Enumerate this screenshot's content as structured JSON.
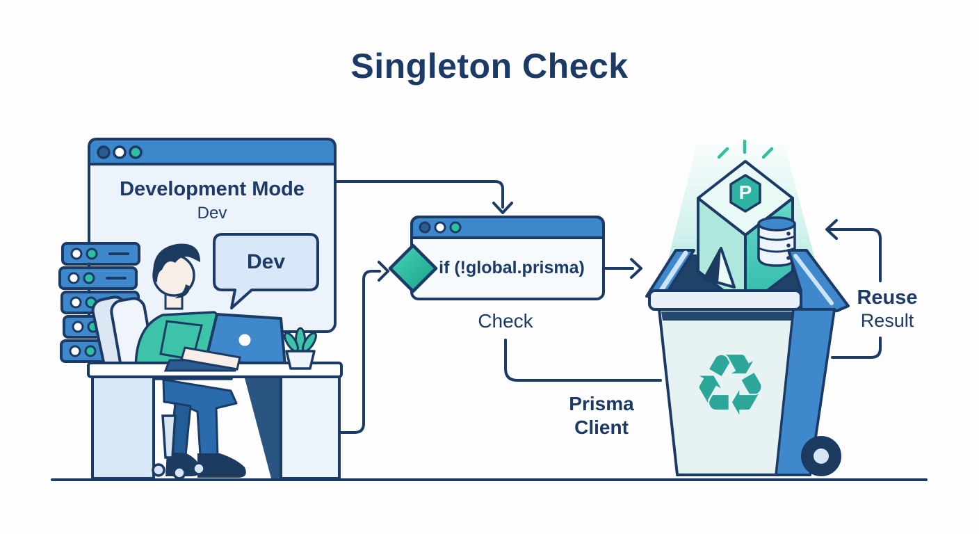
{
  "title": "Singleton Check",
  "dev_window": {
    "heading": "Development Mode",
    "subheading": "Dev",
    "traffic_dots": [
      "navy",
      "white",
      "teal"
    ]
  },
  "speech_bubble": {
    "text": "Dev"
  },
  "check_window": {
    "code": "if (!global.prisma)",
    "caption": "Check",
    "traffic_dots": [
      "navy",
      "white",
      "teal"
    ]
  },
  "bin_label": {
    "line1": "Prisma",
    "line2": "Client"
  },
  "reuse_label": {
    "line1": "Reuse",
    "line2": "Result"
  },
  "cube": {
    "badge_letter": "P"
  },
  "icons": {
    "recycle": "♻"
  },
  "colors": {
    "navy": "#1c3a66",
    "blue": "#3d87cb",
    "teal": "#2fbfa3",
    "window_body": "#edf3fa",
    "bin_body": "#e7f2f3"
  }
}
